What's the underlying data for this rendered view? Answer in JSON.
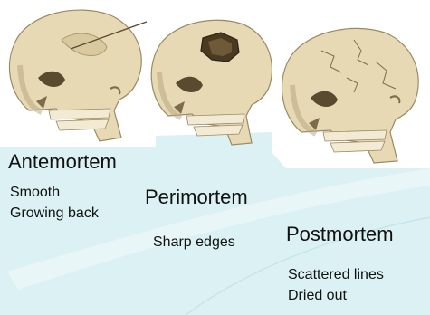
{
  "colors": {
    "panel_tint": "#dcf1f4",
    "bone": "#e6d9b4",
    "bone_shadow": "#b6a47c",
    "bone_dark": "#7d6c4c",
    "text": "#111111"
  },
  "panels": [
    {
      "title": "Antemortem",
      "lines": [
        "Smooth",
        "Growing back"
      ],
      "illustration": "skull-with-healed-fracture-icon"
    },
    {
      "title": "Perimortem",
      "lines": [
        "Sharp edges"
      ],
      "illustration": "skull-with-sharp-hole-icon"
    },
    {
      "title": "Postmortem",
      "lines": [
        "Scattered lines",
        "Dried out"
      ],
      "illustration": "skull-with-scattered-cracks-icon"
    }
  ]
}
